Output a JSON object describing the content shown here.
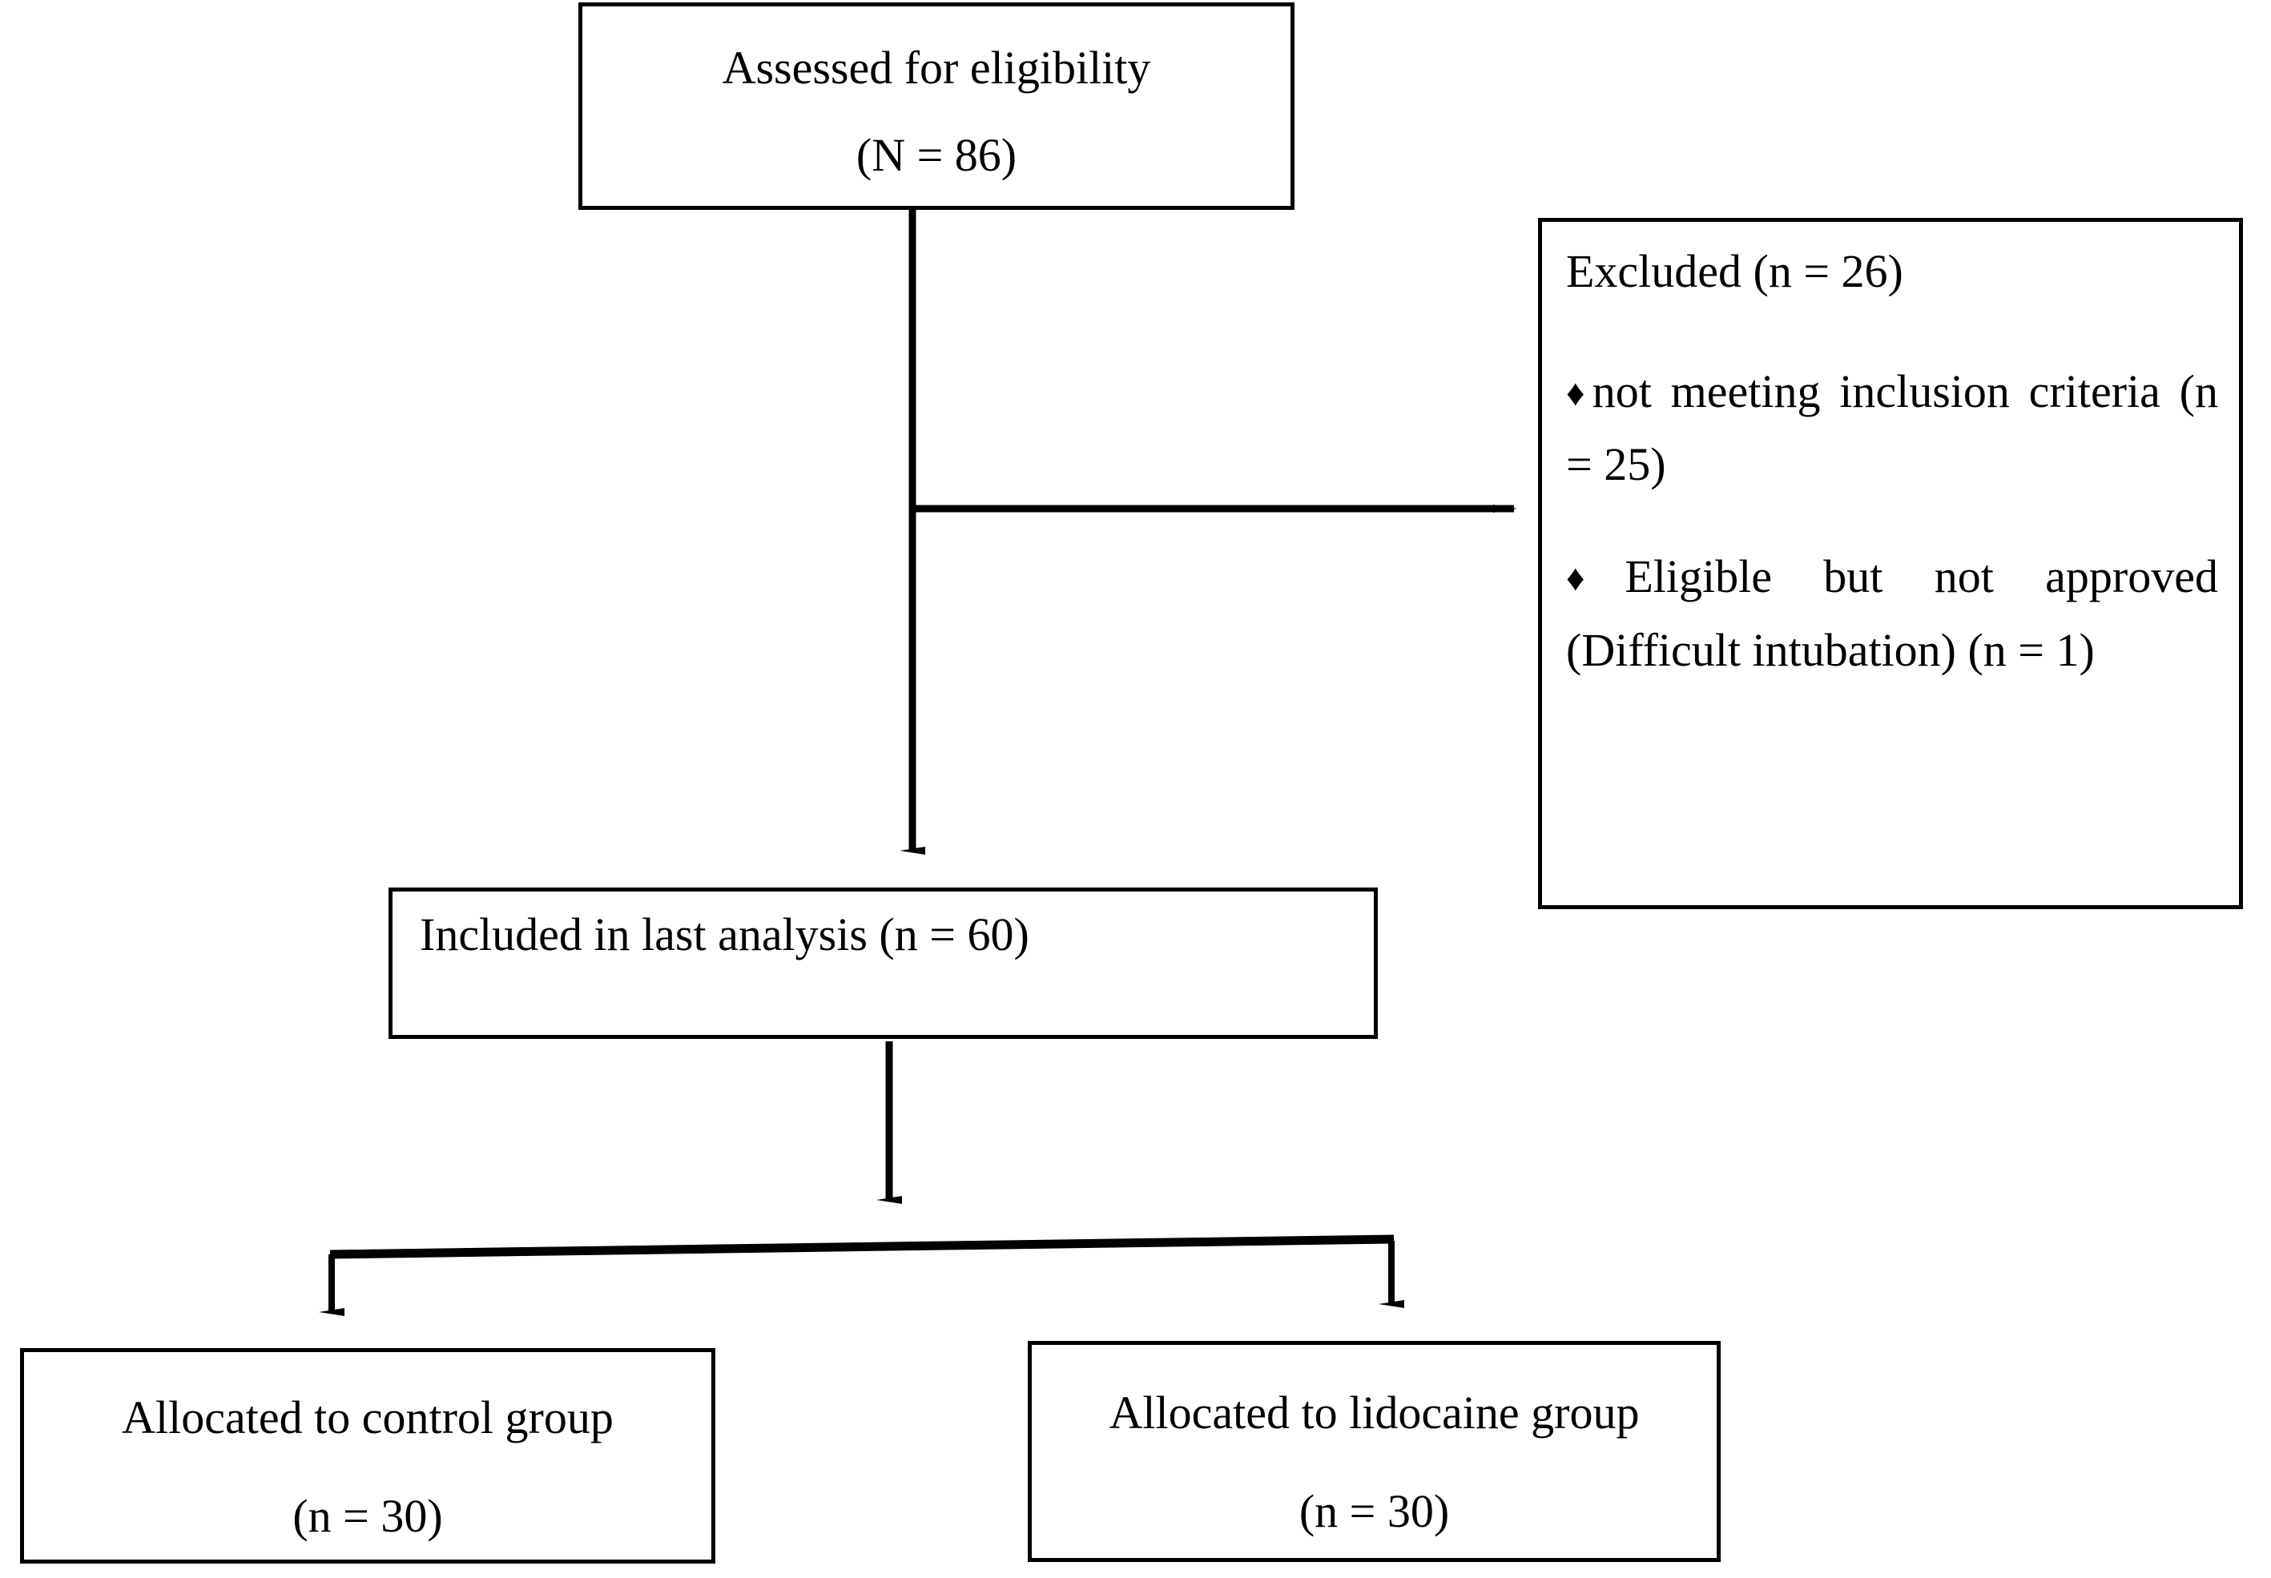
{
  "diagram": {
    "type": "CONSORT participant flow diagram",
    "nodes": {
      "assessed": {
        "line1": "Assessed for eligibility",
        "line2": "(N = 86)"
      },
      "excluded": {
        "heading": "Excluded (n = 26)",
        "bullet_glyph": "♦",
        "item1": "not meeting inclusion criteria (n = 25)",
        "item2": "Eligible but not approved (Difficult intubation) (n = 1)"
      },
      "included": {
        "line1": "Included in last analysis (n = 60)"
      },
      "control": {
        "line1": "Allocated to control group",
        "line2": "(n = 30)"
      },
      "lidocaine": {
        "line1": "Allocated to lidocaine group",
        "line2": "(n = 30)"
      }
    },
    "colors": {
      "stroke": "#000000",
      "fill": "#ffffff",
      "text": "#000000"
    }
  }
}
